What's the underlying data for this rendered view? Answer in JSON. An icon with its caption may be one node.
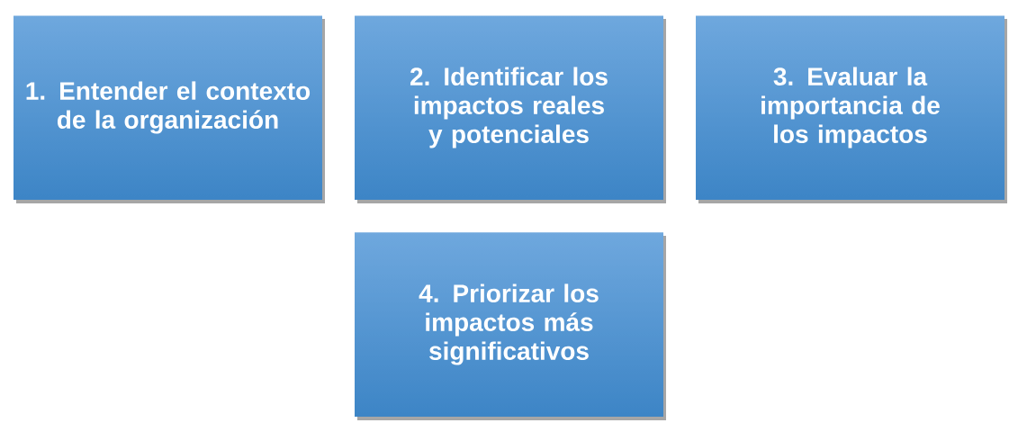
{
  "diagram": {
    "nodes": [
      {
        "text": [
          "1. Entender el contexto de la organización"
        ]
      },
      {
        "text": [
          "2. Identificar los impactos reales y potenciales"
        ]
      },
      {
        "text": [
          "3. Evaluar la importancia de los impactos"
        ]
      },
      {
        "text": [
          "4. Priorizar los impactos más significativos"
        ]
      }
    ]
  }
}
